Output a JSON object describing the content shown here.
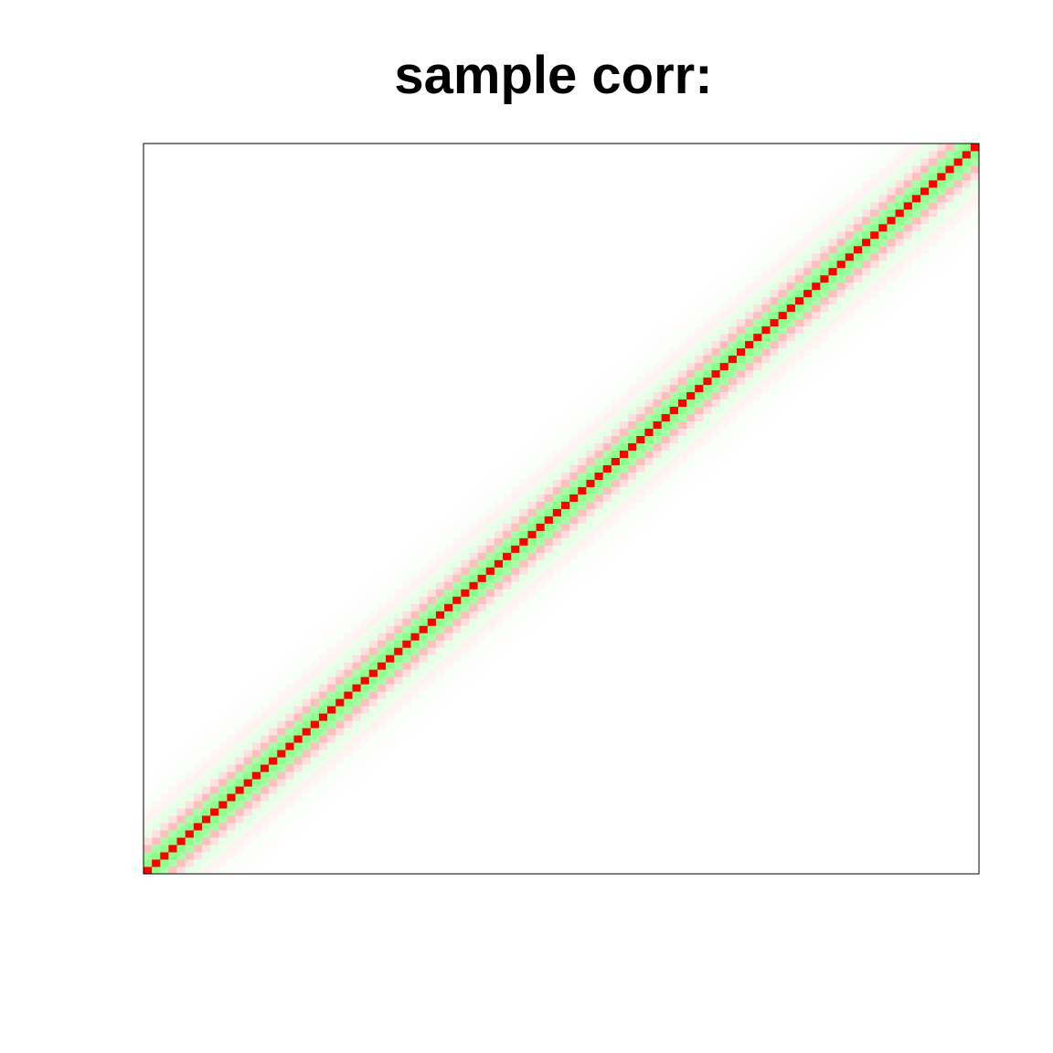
{
  "chart_data": {
    "type": "heatmap",
    "title": "sample corr:",
    "xlabel": "",
    "ylabel": "",
    "n": 100,
    "axes_shown": false,
    "grid": false,
    "colors": {
      "positive": "#ff0000",
      "negative": "#00ff00",
      "zero": "#ffffff"
    },
    "correlation_by_lag": [
      1.0,
      -0.45,
      -0.35,
      0.25,
      0.12,
      -0.1,
      -0.08,
      0.05,
      0.035,
      -0.025,
      -0.015,
      0.01,
      0.005,
      0.0
    ]
  }
}
